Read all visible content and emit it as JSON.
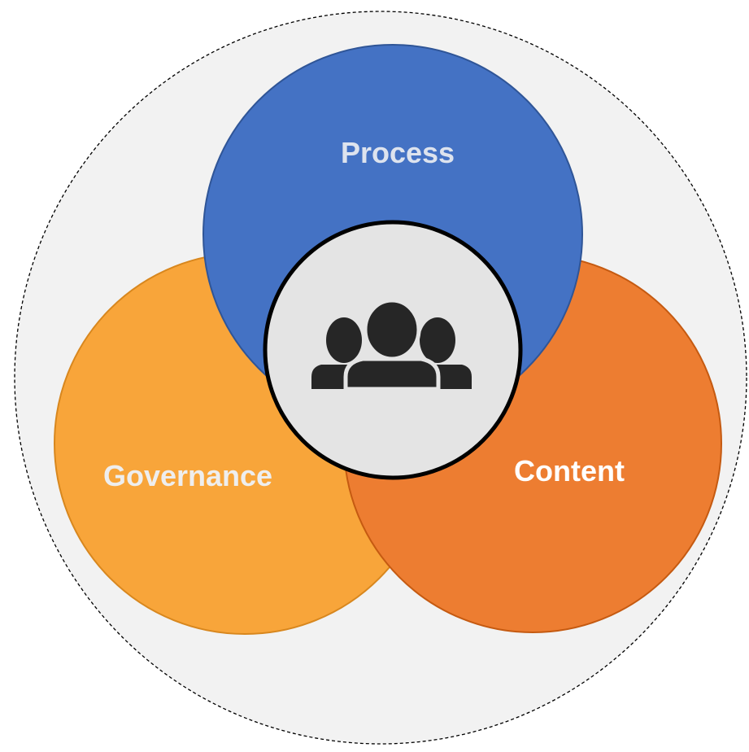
{
  "diagram": {
    "type": "venn",
    "circles": [
      {
        "id": "process",
        "label": "Process",
        "fill": "#4472C4",
        "stroke": "#2F5597",
        "label_color": "#DDE3EE"
      },
      {
        "id": "governance",
        "label": "Governance",
        "fill": "#F8A53A",
        "stroke": "#D8871E",
        "label_color": "#EEEEEE"
      },
      {
        "id": "content",
        "label": "Content",
        "fill": "#ED7D31",
        "stroke": "#C55A11",
        "label_color": "#FFFFFF"
      }
    ],
    "center": {
      "icon": "people-group-icon",
      "fill": "#E4E4E4",
      "stroke": "#000000",
      "icon_color": "#262626"
    },
    "background": {
      "fill": "#F2F2F2",
      "stroke": "#000000",
      "style": "dashed"
    }
  }
}
